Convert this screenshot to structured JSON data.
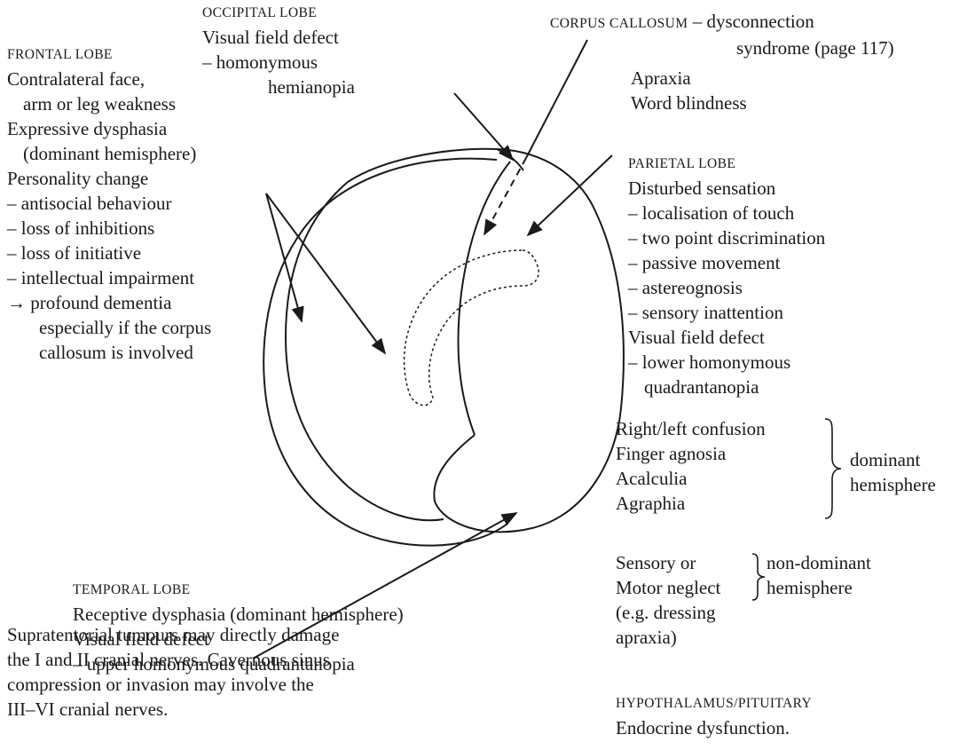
{
  "frontal": {
    "heading": "FRONTAL LOBE",
    "lines": [
      "Contralateral face,",
      "arm or leg weakness",
      "Expressive dysphasia",
      "(dominant hemisphere)",
      "Personality change",
      "– antisocial behaviour",
      "– loss of inhibitions",
      "– loss of initiative",
      "– intellectual impairment",
      "→ profound dementia",
      "especially if the corpus",
      "callosum is involved"
    ]
  },
  "occipital": {
    "heading": "OCCIPITAL LOBE",
    "lines": [
      "Visual field defect",
      "– homonymous",
      "hemianopia"
    ]
  },
  "corpus": {
    "heading": "CORPUS CALLOSUM",
    "heading_rest": " – dysconnection",
    "line2": "syndrome (page 117)",
    "lines": [
      "Apraxia",
      "Word blindness"
    ]
  },
  "parietal": {
    "heading": "PARIETAL LOBE",
    "lines": [
      "Disturbed sensation",
      "– localisation of touch",
      "– two point discrimination",
      "– passive movement",
      "– astereognosis",
      "– sensory inattention",
      "Visual field defect",
      "– lower homonymous",
      "quadrantanopia"
    ]
  },
  "dominant": {
    "items": [
      "Right/left confusion",
      "Finger agnosia",
      "Acalculia",
      "Agraphia"
    ],
    "label": [
      "dominant",
      "hemisphere"
    ]
  },
  "nondominant": {
    "items": [
      "Sensory or",
      "Motor neglect"
    ],
    "label": [
      "non-dominant",
      "hemisphere"
    ],
    "extra": [
      "(e.g. dressing",
      "apraxia)"
    ]
  },
  "temporal": {
    "heading": "TEMPORAL LOBE",
    "lines": [
      "Receptive dysphasia (dominant hemisphere)",
      "Visual field defect",
      "– upper homonymous quadrantanopia"
    ]
  },
  "supratentorial": {
    "lines": [
      "Supratentorial tumours may directly damage",
      "the I and II cranial nerves. Cavernous sinus",
      "compression or invasion may involve the",
      "III–VI cranial nerves."
    ]
  },
  "hypothalamus": {
    "heading": "HYPOTHALAMUS/PITUITARY",
    "lines": [
      "Endocrine dysfunction."
    ]
  }
}
